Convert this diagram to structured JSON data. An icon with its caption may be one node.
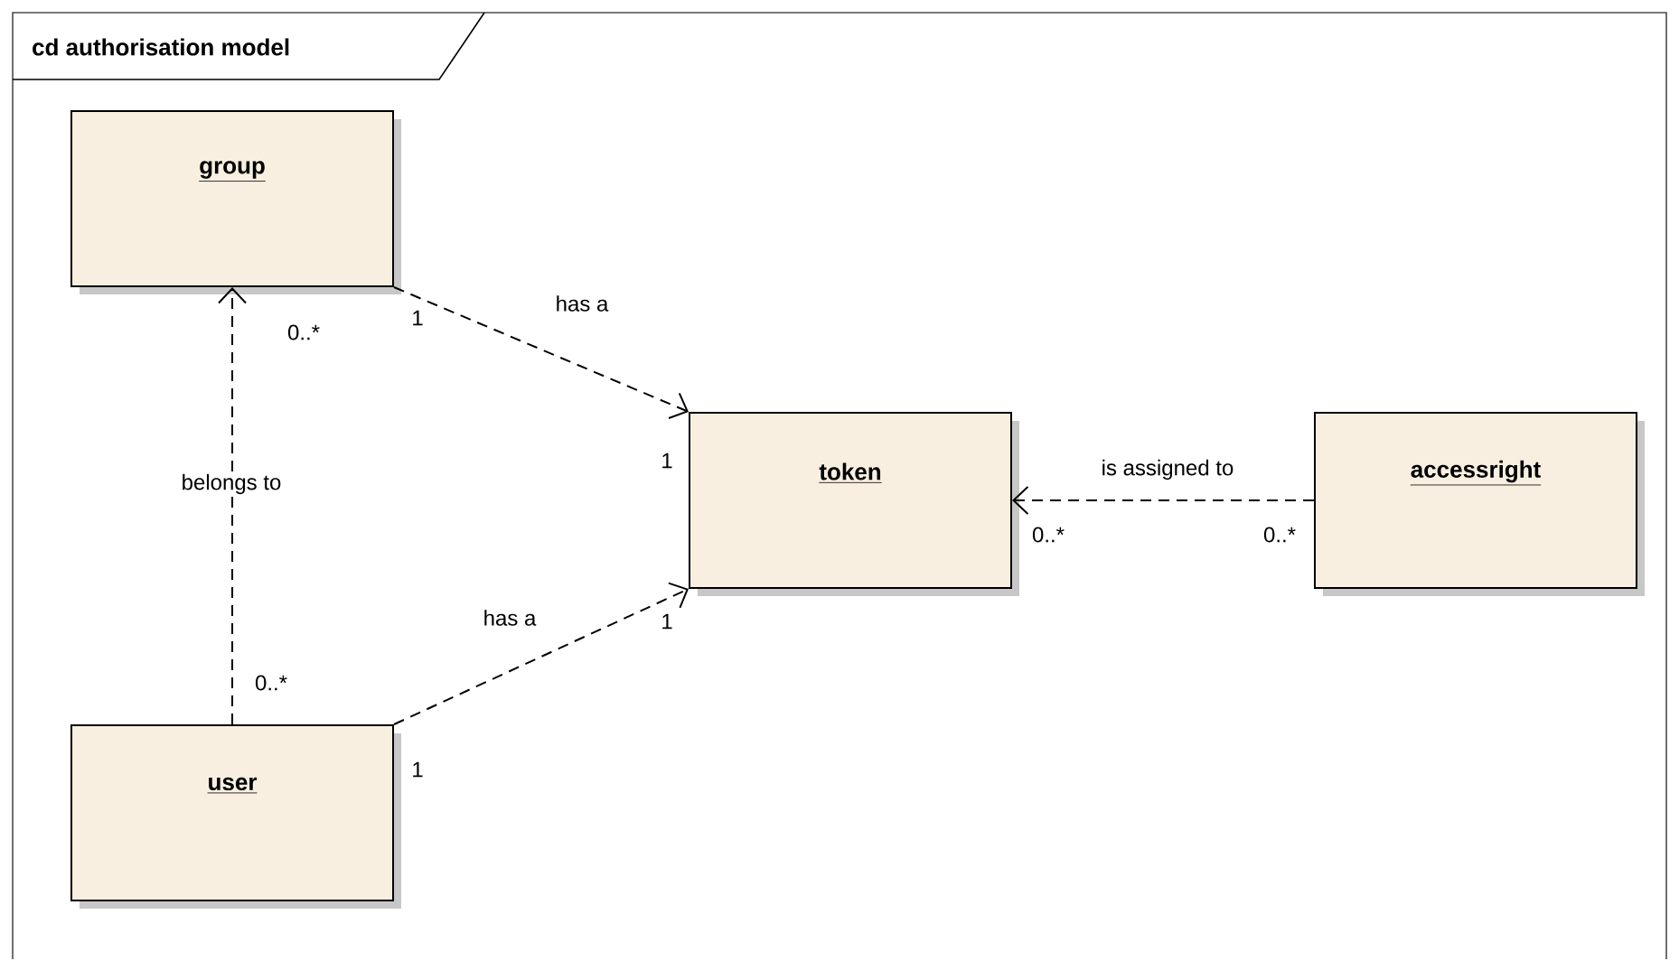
{
  "diagram": {
    "title": "cd authorisation model",
    "nodes": [
      {
        "text": [
          "group"
        ]
      },
      {
        "text": [
          "token"
        ]
      },
      {
        "text": [
          "user"
        ]
      },
      {
        "text": [
          "accessright"
        ]
      }
    ],
    "edges": [
      {
        "from": 0,
        "to": 1,
        "arrow": "to",
        "label": "has a",
        "style": "dashed"
      },
      {
        "from": 2,
        "to": 0,
        "arrow": "to",
        "label": "belongs to",
        "style": "dashed"
      },
      {
        "from": 2,
        "to": 1,
        "arrow": "to",
        "label": "has a",
        "style": "dashed"
      },
      {
        "from": 3,
        "to": 1,
        "arrow": "to",
        "label": "is assigned to",
        "style": "dashed"
      }
    ],
    "labels": [
      "1",
      "0..*",
      "1",
      "0..*",
      "1",
      "1",
      "0..*",
      "0..*"
    ]
  }
}
